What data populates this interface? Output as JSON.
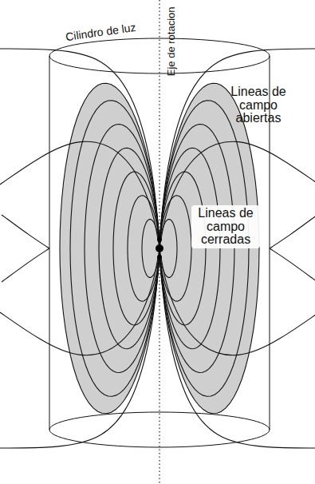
{
  "diagram": {
    "labels": [
      "Cilindro de luz",
      "Eje de rotacion",
      "Lineas de campo abiertas",
      "Lineas de campo cerradas"
    ]
  }
}
